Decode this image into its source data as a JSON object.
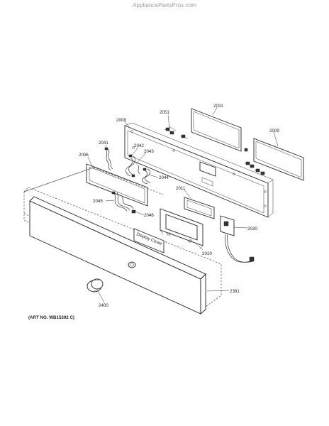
{
  "watermark": "AppliancePartsPros.com",
  "art_number": "(ART NO. WB15392 C)",
  "cover_text": "Display Cover",
  "callouts": {
    "p2031": "2031",
    "p2051": "2051",
    "p2008": "2008",
    "p2009": "2009",
    "p2041": "2041",
    "p2042": "2042",
    "p2043": "2043",
    "p2006": "2006",
    "p2044": "2044",
    "p2011": "2011",
    "p2045": "2045",
    "p2046": "2046",
    "p2030": "2030",
    "p2010": "2010",
    "p2381": "2381",
    "p2400": "2400"
  }
}
